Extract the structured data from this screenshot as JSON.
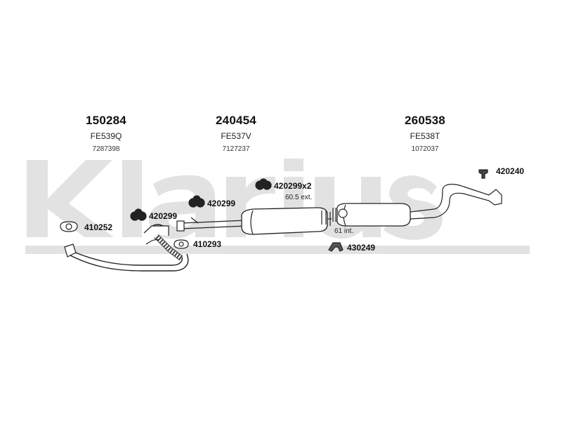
{
  "watermark": {
    "text": "Klarius",
    "color": "#e1e1e1"
  },
  "parts": [
    {
      "number": "150284",
      "code": "FE539Q",
      "oe": "7287398"
    },
    {
      "number": "240454",
      "code": "FE537V",
      "oe": "7127237"
    },
    {
      "number": "260538",
      "code": "FE538T",
      "oe": "1072037"
    }
  ],
  "callouts": {
    "c420240": "420240",
    "c420299x2": "420299x2",
    "c420299a": "420299",
    "c420299b": "420299",
    "c410252": "410252",
    "c410293": "410293",
    "c430249": "430249"
  },
  "notes": {
    "ext": "60.5 ext.",
    "int": "61 int."
  }
}
